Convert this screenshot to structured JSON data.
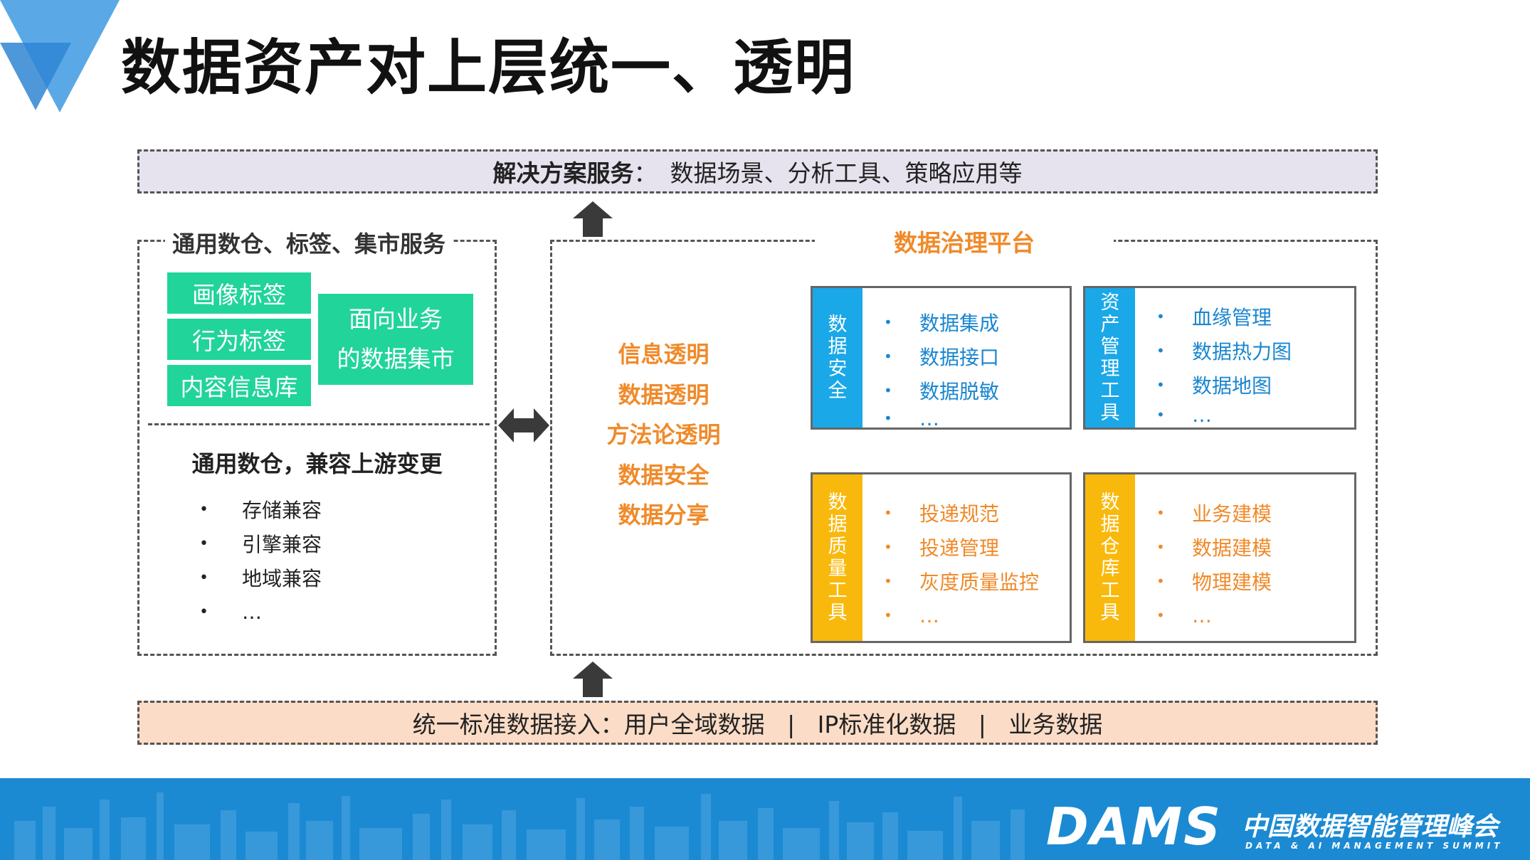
{
  "title": "数据资产对上层统一、透明",
  "top_bar": {
    "label": "解决方案服务",
    "sep": "：",
    "text": "数据场景、分析工具、策略应用等"
  },
  "left_panel": {
    "header": "通用数仓、标签、集市服务",
    "green_blocks": [
      "画像标签",
      "行为标签",
      "内容信息库"
    ],
    "market_block": [
      "面向业务",
      "的数据集市"
    ],
    "subheader": "通用数仓，兼容上游变更",
    "items": [
      "存储兼容",
      "引擎兼容",
      "地域兼容",
      "…"
    ]
  },
  "right_panel": {
    "header": "数据治理平台",
    "transparency_items": [
      "信息透明",
      "数据透明",
      "方法论透明",
      "数据安全",
      "数据分享"
    ],
    "cards": [
      {
        "side": [
          "数",
          "据",
          "安",
          "全"
        ],
        "items": [
          "数据集成",
          "数据接口",
          "数据脱敏",
          "…"
        ]
      },
      {
        "side": [
          "资",
          "产",
          "管",
          "理",
          "工",
          "具"
        ],
        "items": [
          "血缘管理",
          "数据热力图",
          "数据地图",
          "…"
        ]
      },
      {
        "side": [
          "数",
          "据",
          "质",
          "量",
          "工",
          "具"
        ],
        "items": [
          "投递规范",
          "投递管理",
          "灰度质量监控",
          "…"
        ]
      },
      {
        "side": [
          "数",
          "据",
          "仓",
          "库",
          "工",
          "具"
        ],
        "items": [
          "业务建模",
          "数据建模",
          "物理建模",
          "…"
        ]
      }
    ]
  },
  "bottom_bar": {
    "text": "统一标准数据接入：用户全域数据   |   IP标准化数据   |   业务数据"
  },
  "footer": {
    "brand": "DAMS",
    "name_cn": "中国数据智能管理峰会",
    "name_en": "DATA & AI MANAGEMENT SUMMIT"
  },
  "colors": {
    "green": "#21d49a",
    "orange": "#f08a2a",
    "blue": "#1aa8e8",
    "yellow": "#f9b90c",
    "footer_blue": "#1b8ad3"
  }
}
